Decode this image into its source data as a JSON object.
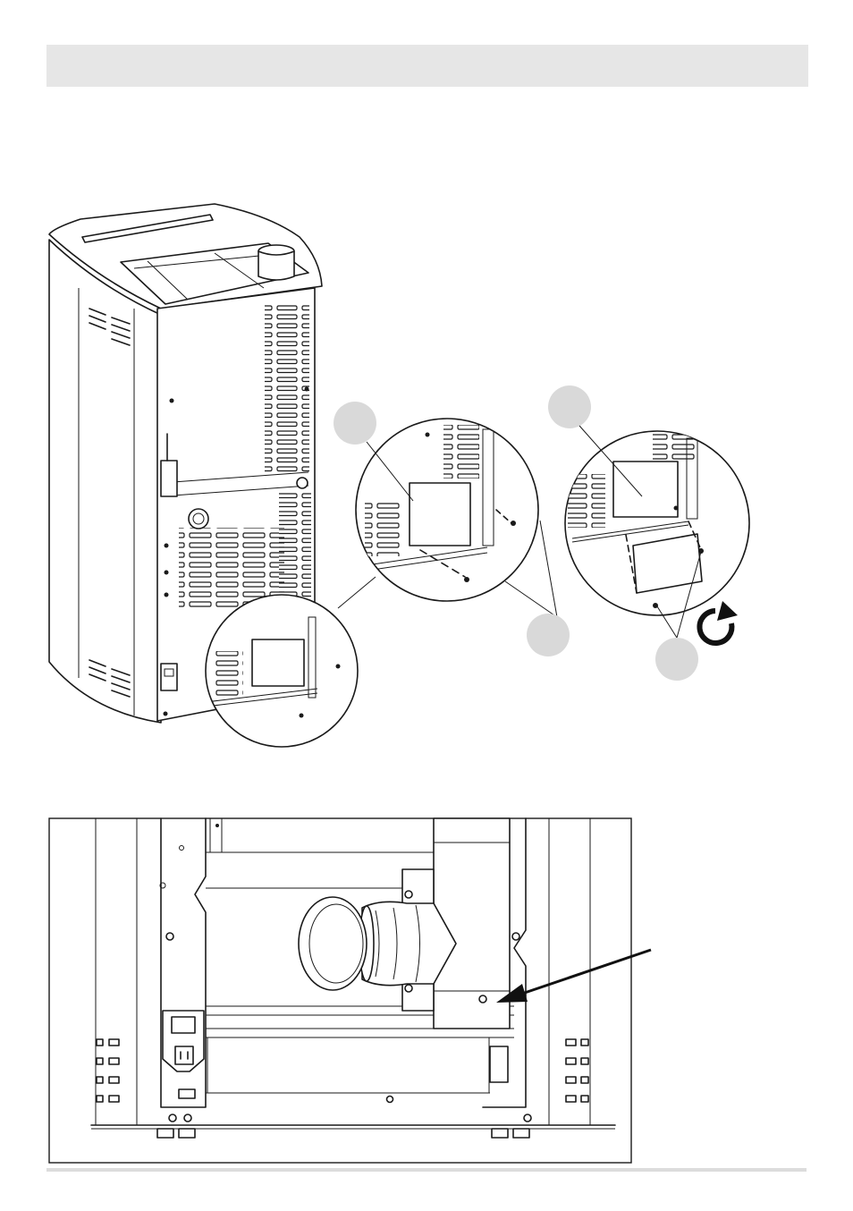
{
  "page": {
    "header_band": "",
    "footer_rule": ""
  },
  "figure_top": {
    "subject": "stove-rear-view",
    "callouts": [
      {
        "id": "A",
        "label": ""
      },
      {
        "id": "B",
        "label": ""
      },
      {
        "id": "C",
        "label": ""
      },
      {
        "id": "D",
        "label": ""
      }
    ],
    "rotate_icon": "rotate-clockwise-icon"
  },
  "figure_bottom": {
    "subject": "flue-outlet-detail",
    "pointer_icon": "arrow-pointer-icon"
  },
  "colors": {
    "header_band": "#e6e6e6",
    "badge": "#d9d9d9",
    "line": "#1a1a1a",
    "background": "#ffffff"
  }
}
